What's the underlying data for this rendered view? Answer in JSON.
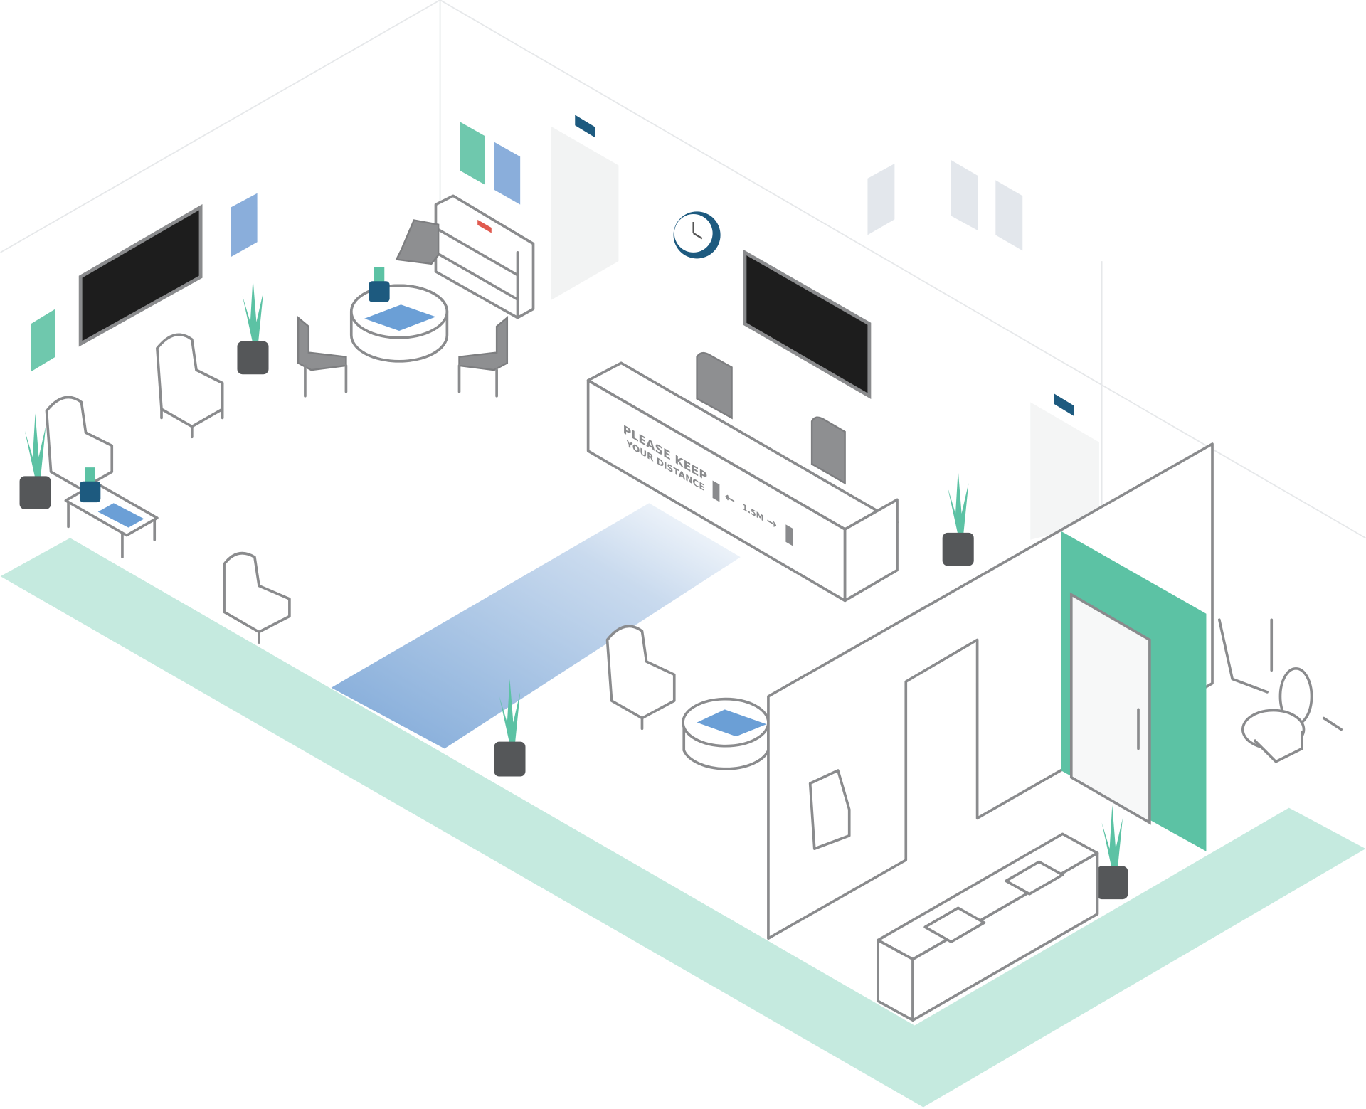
{
  "scene": {
    "desk_sign": {
      "line1": "PLEASE KEEP",
      "line2": "YOUR DISTANCE",
      "distance": "1.5M"
    },
    "colors": {
      "floor_band": "#c5eadf",
      "accent_green": "#5cc2a4",
      "art_green": "#6fc8ad",
      "art_blue": "#8aaedb",
      "carpet_blue": "#7ea8d8",
      "tv_black": "#1d1d1d",
      "outline_gray": "#8a8b8d",
      "pot_dark": "#555759",
      "sign_navy": "#1d5a7f"
    }
  }
}
